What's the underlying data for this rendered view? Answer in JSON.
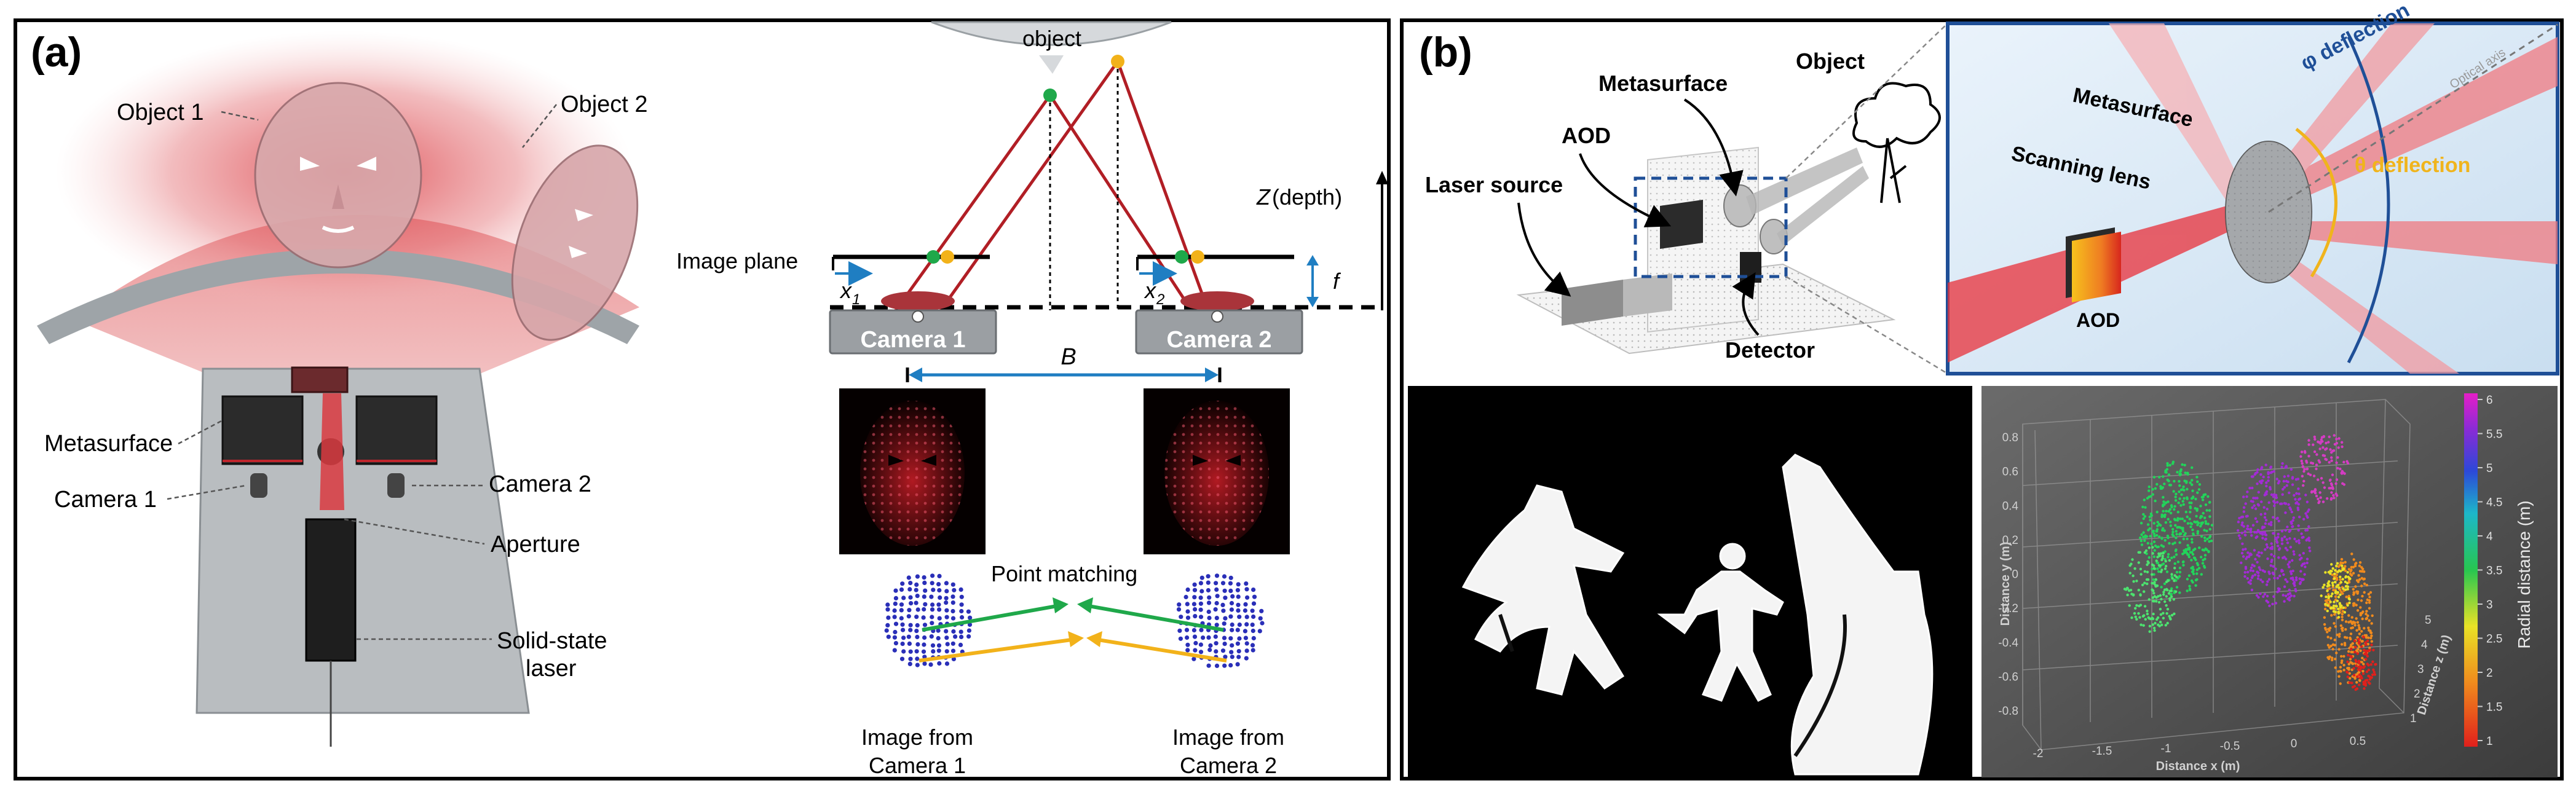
{
  "figure": {
    "panel_a": {
      "label": "(a)",
      "left_labels": {
        "object1": "Object 1",
        "object2": "Object 2",
        "metasurface": "Metasurface",
        "camera1": "Camera 1",
        "camera2": "Camera 2",
        "aperture": "Aperture",
        "laser_line1": "Solid-state",
        "laser_line2": "laser"
      },
      "right_labels": {
        "object": "object",
        "image_plane": "Image plane",
        "depth_z": "Z",
        "depth_text": " (depth)",
        "focal": "f",
        "x1": "x",
        "x1_sub": "1",
        "x2": "x",
        "x2_sub": "2",
        "camera1_box": "Camera 1",
        "camera2_box": "Camera 2",
        "baseline": "B",
        "point_matching": "Point matching",
        "image_from1_line1": "Image from",
        "image_from1_line2": "Camera 1",
        "image_from2_line1": "Image from",
        "image_from2_line2": "Camera 2"
      }
    },
    "panel_b": {
      "label": "(b)",
      "setup_labels": {
        "metasurface": "Metasurface",
        "object": "Object",
        "aod": "AOD",
        "laser_source": "Laser source",
        "detector": "Detector"
      },
      "zoom_labels": {
        "phi_deflection": "φ deflection",
        "theta_deflection": "θ deflection",
        "metasurface": "Metasurface",
        "scanning_lens": "Scanning lens",
        "aod": "AOD",
        "optical_axis": "Optical axis"
      },
      "plot3d": {
        "x_axis_label": "Distance x (m)",
        "y_axis_label": "Distance y (m)",
        "z_axis_label": "Distance z (m)",
        "colorbar_label": "Radial distance (m)",
        "x_ticks": [
          "-2",
          "-1.5",
          "-1",
          "-0.5",
          "0",
          "0.5"
        ],
        "y_ticks": [
          "0.8",
          "0.6",
          "0.4",
          "0.2",
          "0",
          "-0.2",
          "-0.4",
          "-0.6",
          "-0.8"
        ],
        "z_ticks": [
          "1",
          "2",
          "3",
          "4",
          "5"
        ],
        "colorbar_ticks": [
          "6",
          "5.5",
          "5",
          "4.5",
          "4",
          "3.5",
          "3",
          "2.5",
          "2",
          "1.5",
          "1"
        ]
      }
    },
    "colors": {
      "laser_red": "#c0262d",
      "matching_green": "#1fa84a",
      "matching_yellow": "#f2b21a",
      "baseline_blue": "#1f7ec2",
      "point_cloud_blue": "#2a2fb8",
      "beam_blue": "#2c4f9c",
      "theta_yellow": "#f0b41c"
    }
  }
}
